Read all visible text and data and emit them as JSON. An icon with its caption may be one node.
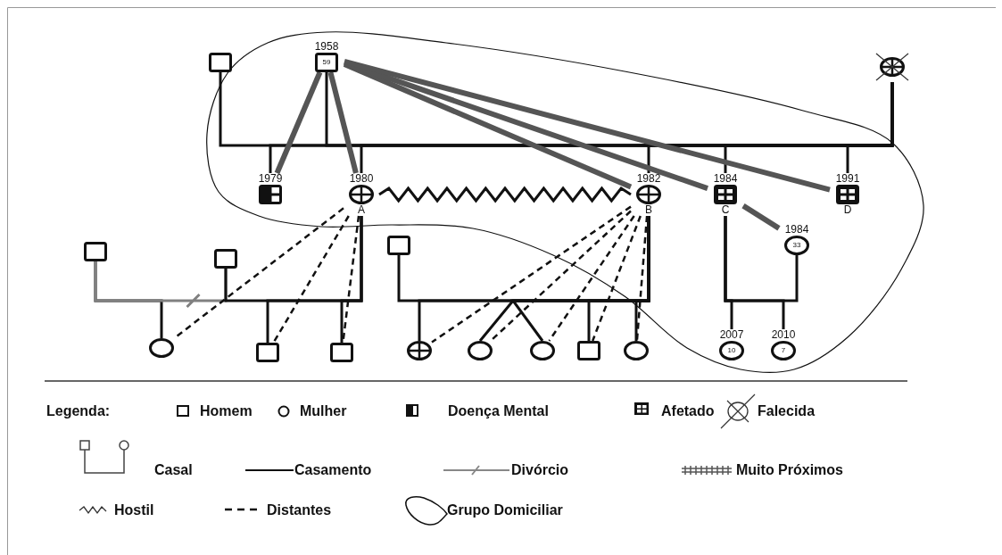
{
  "diagram": {
    "nodes": [
      {
        "text": [],
        "shape": "box"
      },
      {
        "text": [
          "1958",
          "59"
        ]
      },
      {
        "text": [],
        "shape": "circle"
      },
      {
        "text": [
          "1979"
        ]
      },
      {
        "text": [
          "1980",
          "A"
        ]
      },
      {
        "text": [
          "1982",
          "B"
        ]
      },
      {
        "text": [
          "1984",
          "C"
        ]
      },
      {
        "text": [
          "1991",
          "D"
        ]
      },
      {
        "text": [
          "1984",
          "33"
        ]
      },
      {
        "text": [],
        "shape": "box"
      },
      {
        "text": [],
        "shape": "box"
      },
      {
        "text": [],
        "shape": "box"
      },
      {
        "text": [],
        "shape": "circle"
      },
      {
        "text": [],
        "shape": "box"
      },
      {
        "text": [],
        "shape": "box"
      },
      {
        "text": [],
        "shape": "circle"
      },
      {
        "text": [],
        "shape": "circle"
      },
      {
        "text": [],
        "shape": "circle"
      },
      {
        "text": [],
        "shape": "box"
      },
      {
        "text": [],
        "shape": "circle"
      },
      {
        "text": [
          "2007",
          "10"
        ]
      },
      {
        "text": [
          "2010",
          "7"
        ]
      }
    ],
    "edges": [
      {
        "from": 0,
        "to": 2,
        "arrow": "none"
      },
      {
        "from": 1,
        "to": 2,
        "arrow": "none"
      },
      {
        "from": 2,
        "to": 3,
        "arrow": "none"
      },
      {
        "from": 2,
        "to": 4,
        "arrow": "none"
      },
      {
        "from": 2,
        "to": 5,
        "arrow": "none"
      },
      {
        "from": 2,
        "to": 6,
        "arrow": "none"
      },
      {
        "from": 2,
        "to": 7,
        "arrow": "none"
      },
      {
        "from": 9,
        "to": 12,
        "arrow": "none"
      },
      {
        "from": 9,
        "to": 10,
        "arrow": "none",
        "color": "#808080"
      },
      {
        "from": 10,
        "to": 4,
        "arrow": "none"
      },
      {
        "from": 4,
        "to": 13,
        "arrow": "none"
      },
      {
        "from": 4,
        "to": 14,
        "arrow": "none"
      },
      {
        "from": 11,
        "to": 5,
        "arrow": "none"
      },
      {
        "from": 5,
        "to": 15,
        "arrow": "none"
      },
      {
        "from": 5,
        "to": 16,
        "arrow": "none"
      },
      {
        "from": 5,
        "to": 17,
        "arrow": "none"
      },
      {
        "from": 5,
        "to": 18,
        "arrow": "none"
      },
      {
        "from": 5,
        "to": 19,
        "arrow": "none"
      },
      {
        "from": 6,
        "to": 8,
        "arrow": "none"
      },
      {
        "from": 6,
        "to": 20,
        "arrow": "none"
      },
      {
        "from": 6,
        "to": 21,
        "arrow": "none"
      },
      {
        "from": 1,
        "to": 3,
        "arrow": "none",
        "style": "thick",
        "color": "#555555"
      },
      {
        "from": 1,
        "to": 4,
        "arrow": "none",
        "style": "thick",
        "color": "#555555"
      },
      {
        "from": 1,
        "to": 5,
        "arrow": "none",
        "style": "thick",
        "color": "#555555"
      },
      {
        "from": 1,
        "to": 6,
        "arrow": "none",
        "style": "thick",
        "color": "#555555"
      },
      {
        "from": 1,
        "to": 7,
        "arrow": "none",
        "style": "thick",
        "color": "#555555"
      },
      {
        "from": 6,
        "to": 8,
        "arrow": "none",
        "style": "thick",
        "color": "#555555"
      },
      {
        "from": 4,
        "to": 5,
        "arrow": "none"
      },
      {
        "from": 4,
        "to": 12,
        "arrow": "none",
        "style": "dashed"
      },
      {
        "from": 4,
        "to": 13,
        "arrow": "none",
        "style": "dashed"
      },
      {
        "from": 4,
        "to": 14,
        "arrow": "none",
        "style": "dashed"
      },
      {
        "from": 5,
        "to": 15,
        "arrow": "none",
        "style": "dashed"
      },
      {
        "from": 5,
        "to": 16,
        "arrow": "none",
        "style": "dashed"
      },
      {
        "from": 5,
        "to": 17,
        "arrow": "none",
        "style": "dashed"
      },
      {
        "from": 5,
        "to": 18,
        "arrow": "none",
        "style": "dashed"
      },
      {
        "from": 5,
        "to": 19,
        "arrow": "none",
        "style": "dashed"
      }
    ],
    "labels": [
      "Legenda:"
    ],
    "legend": [
      {
        "text": "Homem"
      },
      {
        "text": "Mulher"
      },
      {
        "text": "Doença Mental"
      },
      {
        "text": "Afetado"
      },
      {
        "text": "Falecida"
      },
      {
        "text": "Casal"
      },
      {
        "text": "Casamento"
      },
      {
        "text": "Divórcio"
      },
      {
        "text": "Muito Próximos"
      },
      {
        "text": "Hostil"
      },
      {
        "text": "Distantes"
      },
      {
        "text": "Grupo Domiciliar"
      }
    ]
  }
}
